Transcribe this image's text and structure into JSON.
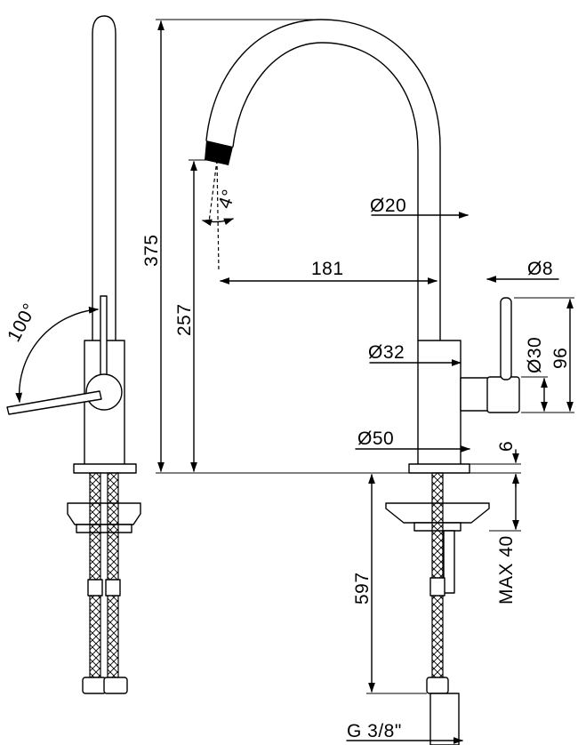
{
  "dimensions": {
    "angle_lever": "100°",
    "angle_spout": "4°",
    "spout_diameter": "Ø20",
    "spout_reach": "181",
    "total_height": "375",
    "outlet_height": "257",
    "body_diameter": "Ø32",
    "base_diameter": "Ø50",
    "lever_diameter": "Ø8",
    "lever_hub_diameter": "Ø30",
    "lever_height": "96",
    "base_thickness": "6",
    "max_deck": "MAX 40",
    "hose_length": "597",
    "thread": "G 3/8\""
  }
}
